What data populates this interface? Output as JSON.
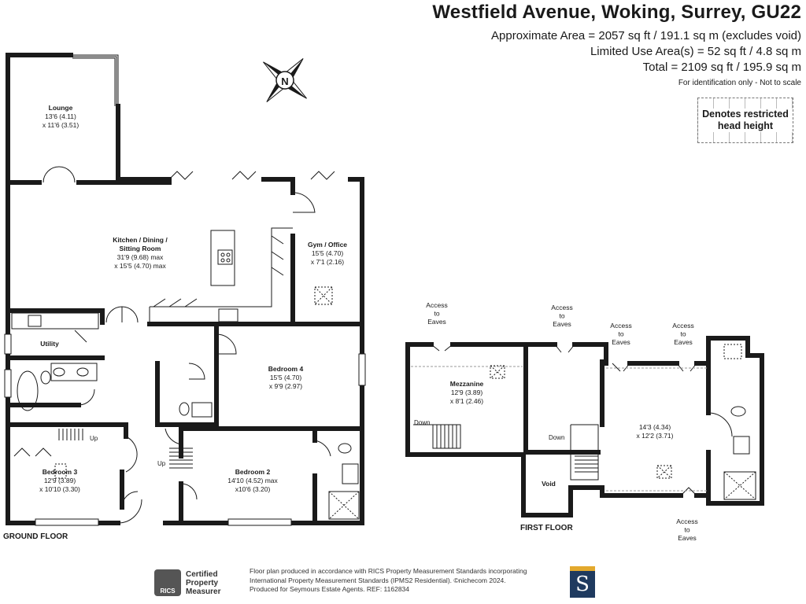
{
  "header": {
    "title": "Westfield Avenue, Woking, Surrey, GU22",
    "area_lines": [
      "Approximate Area = 2057 sq ft / 191.1 sq m (excludes void)",
      "Limited Use Area(s) = 52 sq ft / 4.8 sq m",
      "Total = 2109 sq ft / 195.9 sq m"
    ],
    "note": "For identification only - Not to scale"
  },
  "legend": {
    "restricted_label": "Denotes restricted head height"
  },
  "compass": {
    "letter": "N"
  },
  "ground_floor": {
    "label": "GROUND FLOOR",
    "rooms": {
      "lounge": [
        "Lounge",
        "13'6 (4.11)",
        "x 11'6 (3.51)"
      ],
      "kitchen": [
        "Kitchen / Dining /",
        "Sitting Room",
        "31'9 (9.68) max",
        "x 15'5 (4.70) max"
      ],
      "gym": [
        "Gym / Office",
        "15'5 (4.70)",
        "x 7'1 (2.16)"
      ],
      "utility": [
        "Utility"
      ],
      "bedroom4": [
        "Bedroom 4",
        "15'5 (4.70)",
        "x 9'9 (2.97)"
      ],
      "bedroom3": [
        "Bedroom 3",
        "12'9 (3.89)",
        "x 10'10 (3.30)"
      ],
      "bedroom2": [
        "Bedroom 2",
        "14'10 (4.52) max",
        "x10'6 (3.20)"
      ]
    },
    "stairs": [
      "Up",
      "Up"
    ]
  },
  "first_floor": {
    "label": "FIRST FLOOR",
    "rooms": {
      "mezzanine": [
        "Mezzanine",
        "12'9 (3.89)",
        "x 8'1 (2.46)"
      ],
      "bedroom": [
        "14'3 (4.34)",
        "x 12'2 (3.71)"
      ],
      "void": [
        "Void"
      ]
    },
    "stairs": [
      "Down",
      "Down"
    ],
    "eaves": [
      "Access to Eaves",
      "Access to Eaves",
      "Access to Eaves",
      "Access to Eaves",
      "Access to Eaves"
    ]
  },
  "footer": {
    "rics_lines": [
      "Certified",
      "Property",
      "Measurer"
    ],
    "rics_badge": "RICS",
    "lines": [
      "Floor plan produced in accordance with RICS Property Measurement Standards incorporating",
      "International Property Measurement Standards (IPMS2 Residential).  ©nichecom 2024.",
      "Produced for Seymours Estate Agents.   REF: 1162834"
    ],
    "logo_letter": "S"
  },
  "colors": {
    "wall": "#1a1a1a",
    "logo_blue": "#1f3a5f",
    "logo_gold": "#e3a92d"
  }
}
